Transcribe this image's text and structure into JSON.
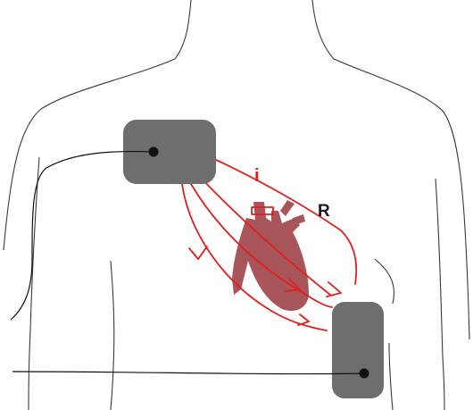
{
  "labels": {
    "current": "i",
    "resistance": "R"
  },
  "colors": {
    "outline": "#3a3a3a",
    "pad": "#6e6e6e",
    "current_path": "#e02020",
    "heart": "#a8555a",
    "resistance_text": "#1a1a1a",
    "wire": "#111111"
  },
  "icons": {
    "heart": "heart-icon",
    "pad": "defibrillator-pad"
  }
}
